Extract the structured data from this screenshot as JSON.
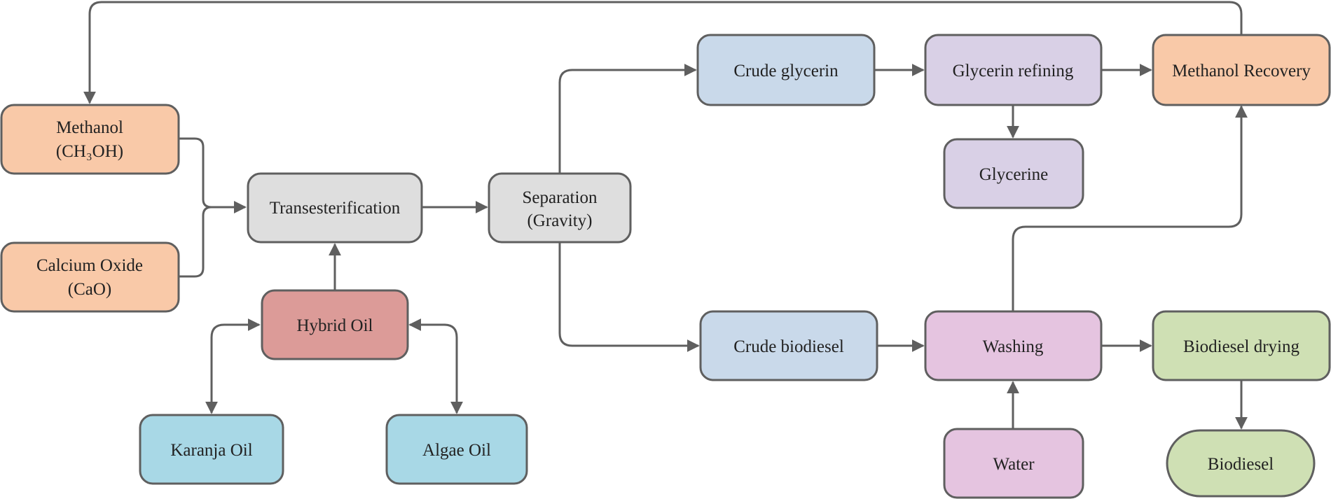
{
  "colors": {
    "orange": "#f9c9a8",
    "gray": "#dedede",
    "blue": "#c9d9ea",
    "purple": "#d9d0e6",
    "pink": "#e5c4e0",
    "green": "#cfe0b4",
    "red": "#dc9b98",
    "teal": "#a8d8e6",
    "line": "#5f5f5f"
  },
  "nodes": {
    "methanol": {
      "line1": "Methanol",
      "line2": "(CH₃OH)"
    },
    "calcium_oxide": {
      "line1": "Calcium Oxide",
      "line2": "(CaO)"
    },
    "transesterification": {
      "label": "Transesterification"
    },
    "hybrid_oil": {
      "label": "Hybrid Oil"
    },
    "karanja_oil": {
      "label": "Karanja Oil"
    },
    "algae_oil": {
      "label": "Algae Oil"
    },
    "separation": {
      "line1": "Separation",
      "line2": "(Gravity)"
    },
    "crude_glycerin": {
      "label": "Crude glycerin"
    },
    "glycerin_refining": {
      "label": "Glycerin refining"
    },
    "methanol_recovery": {
      "label": "Methanol Recovery"
    },
    "glycerine": {
      "label": "Glycerine"
    },
    "crude_biodiesel": {
      "label": "Crude biodiesel"
    },
    "washing": {
      "label": "Washing"
    },
    "biodiesel_drying": {
      "label": "Biodiesel drying"
    },
    "water": {
      "label": "Water"
    },
    "biodiesel": {
      "label": "Biodiesel"
    }
  }
}
